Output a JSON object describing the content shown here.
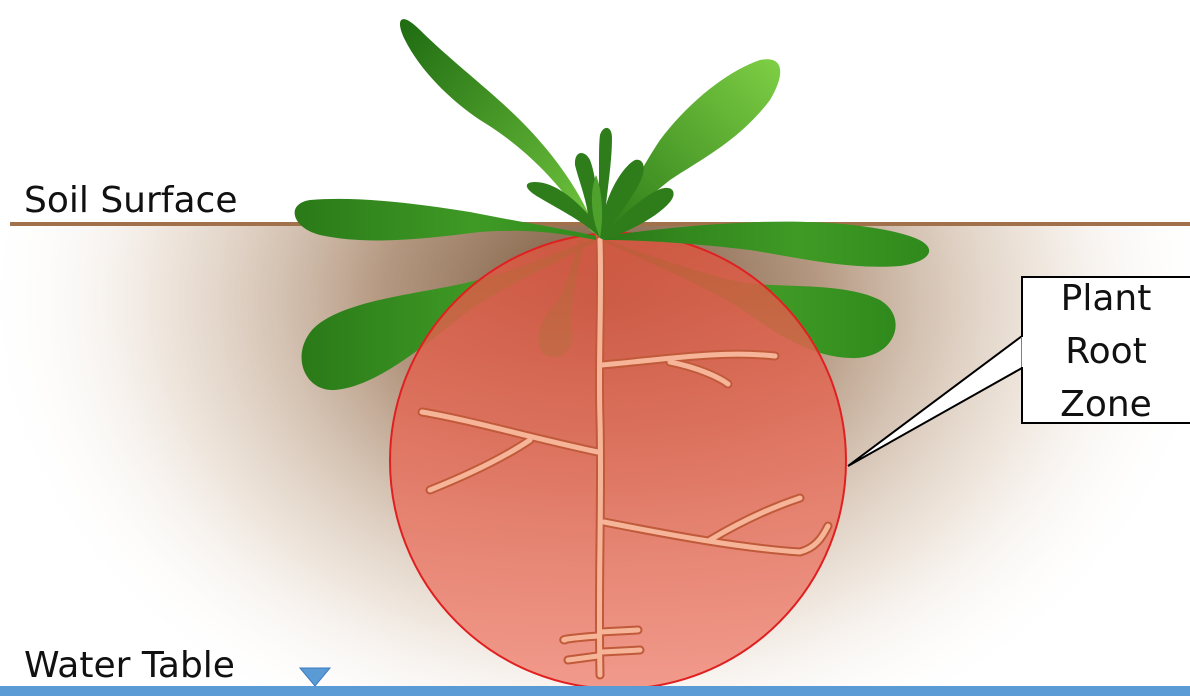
{
  "labels": {
    "soil_surface": "Soil Surface",
    "water_table": "Water Table"
  },
  "callout": {
    "lines": [
      "Plant",
      "Root",
      "Zone"
    ]
  },
  "colors": {
    "soil_line": "#a0714a",
    "soil_shade": "#c8a98a",
    "root_zone_fill": "#e8796a",
    "root_zone_stroke": "#e02020",
    "root": "#f4a888",
    "root_edge": "#c05a3a",
    "leaf_dark": "#2e7d1a",
    "leaf_light": "#6cc23a",
    "water": "#5b9bd5"
  },
  "icons": {
    "water_table_marker": "inverted-triangle-icon"
  }
}
